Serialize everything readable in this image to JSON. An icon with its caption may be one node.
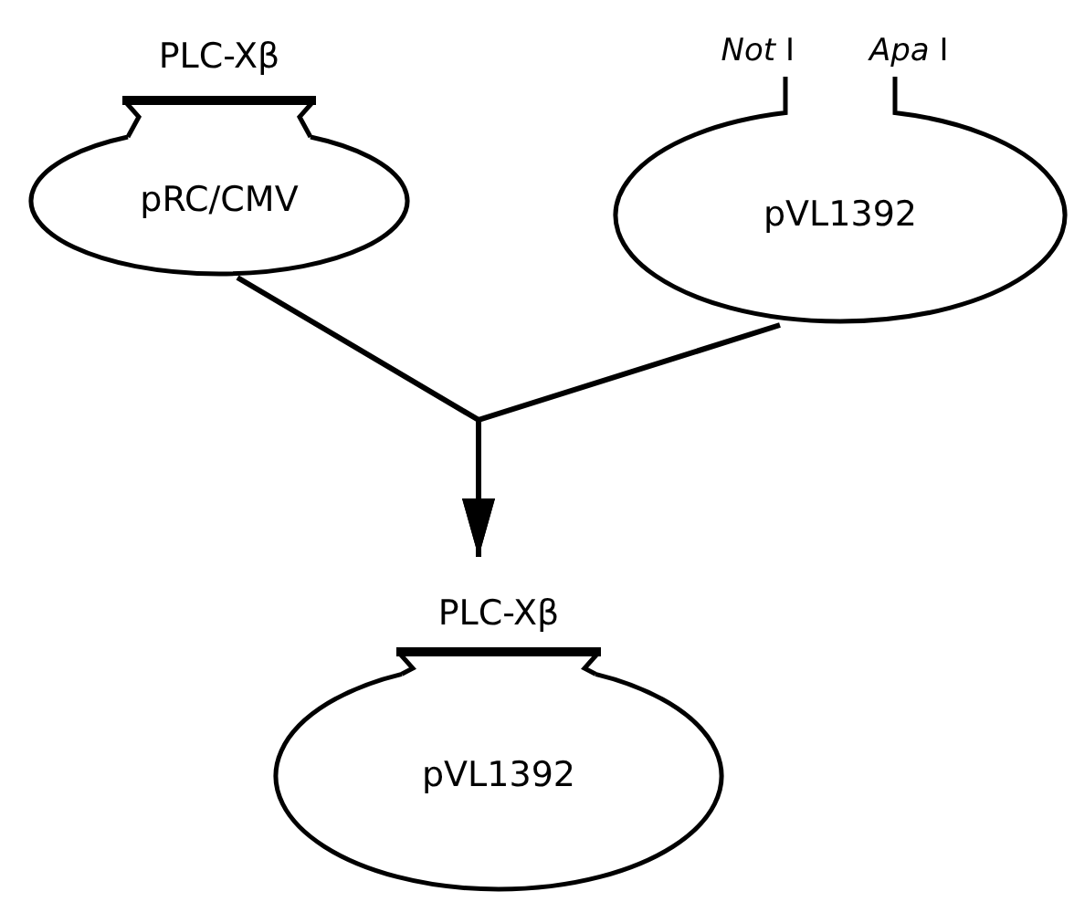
{
  "diagram": {
    "nodes": [
      {
        "text": [
          "PLC-Xβ",
          "pRC/CMV"
        ]
      },
      {
        "text": [
          "*Not* I",
          "*Apa* I",
          "pVL1392"
        ]
      },
      {
        "text": [
          "PLC-Xβ",
          "pVL1392"
        ]
      }
    ],
    "edges": [
      {
        "from": 0,
        "to": 2,
        "arrow": "to"
      },
      {
        "from": 1,
        "to": 2,
        "arrow": "to"
      }
    ]
  }
}
